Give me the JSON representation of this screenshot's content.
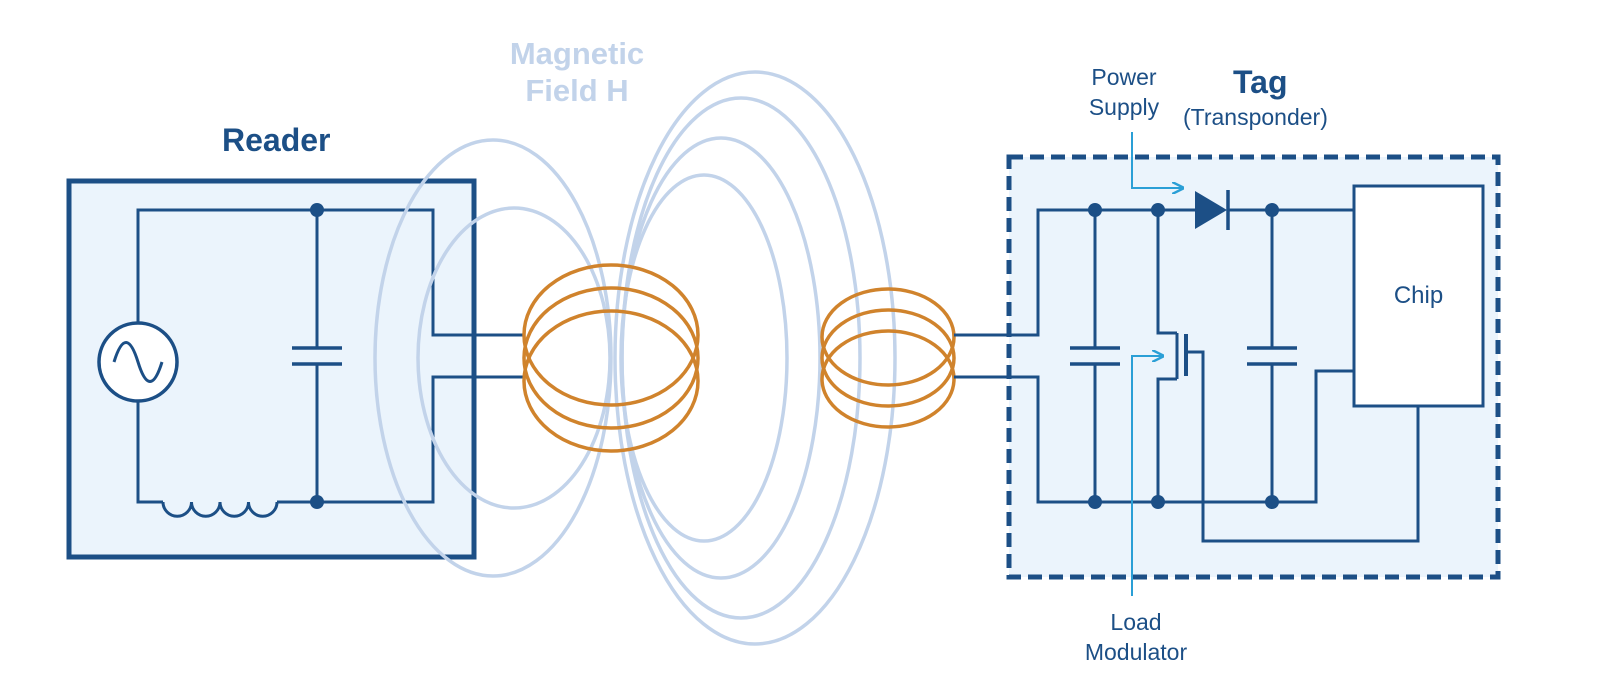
{
  "reader": {
    "title": "Reader"
  },
  "field": {
    "line1": "Magnetic",
    "line2": "Field H"
  },
  "tag": {
    "title": "Tag",
    "subtitle": "(Transponder)"
  },
  "power_supply": {
    "line1": "Power",
    "line2": "Supply"
  },
  "load_modulator": {
    "line1": "Load",
    "line2": "Modulator"
  },
  "chip": {
    "label": "Chip"
  },
  "colors": {
    "circuit": "#1c4f86",
    "panel_fill": "#ebf4fc",
    "field_lines": "#c2d3ea",
    "coil": "#d0832c",
    "pointer": "#2a9fd6"
  }
}
